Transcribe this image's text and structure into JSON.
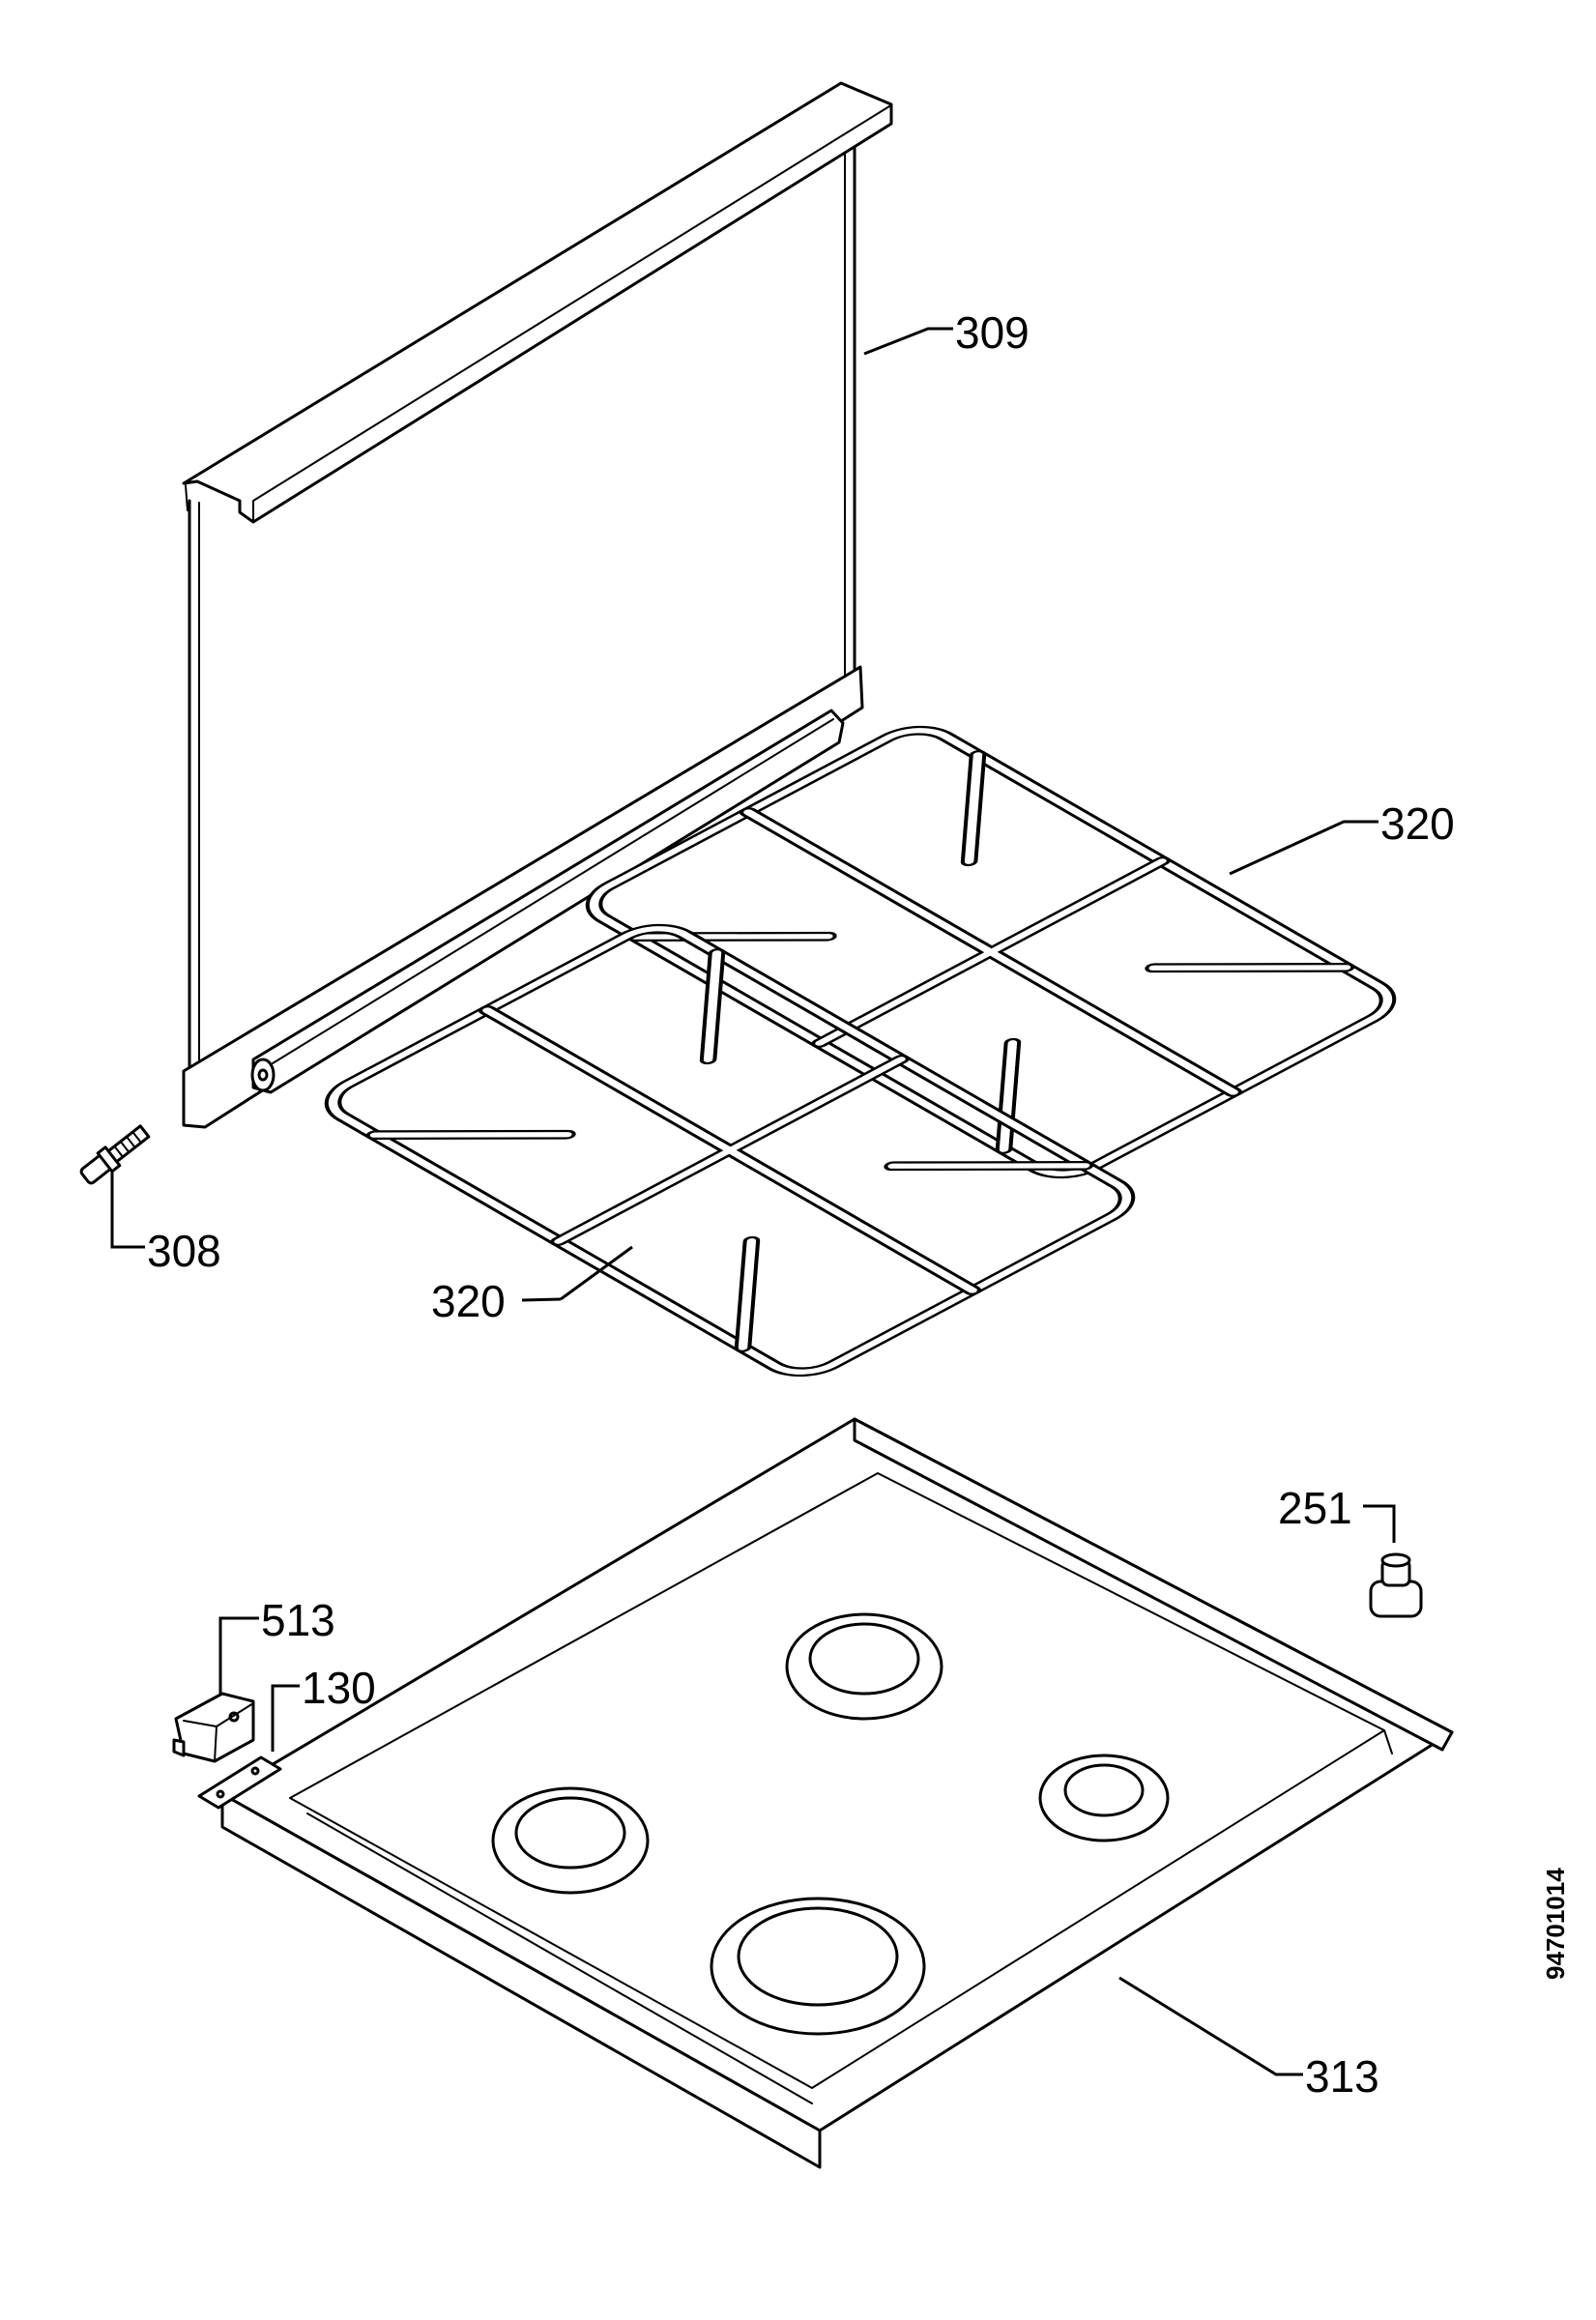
{
  "callouts": {
    "lid_glass": "309",
    "hinge_pin": "308",
    "grate_right": "320",
    "grate_left": "320",
    "knob": "251",
    "hob_top": "313",
    "latch": "513",
    "bracket": "130"
  },
  "document_number": "94701014"
}
